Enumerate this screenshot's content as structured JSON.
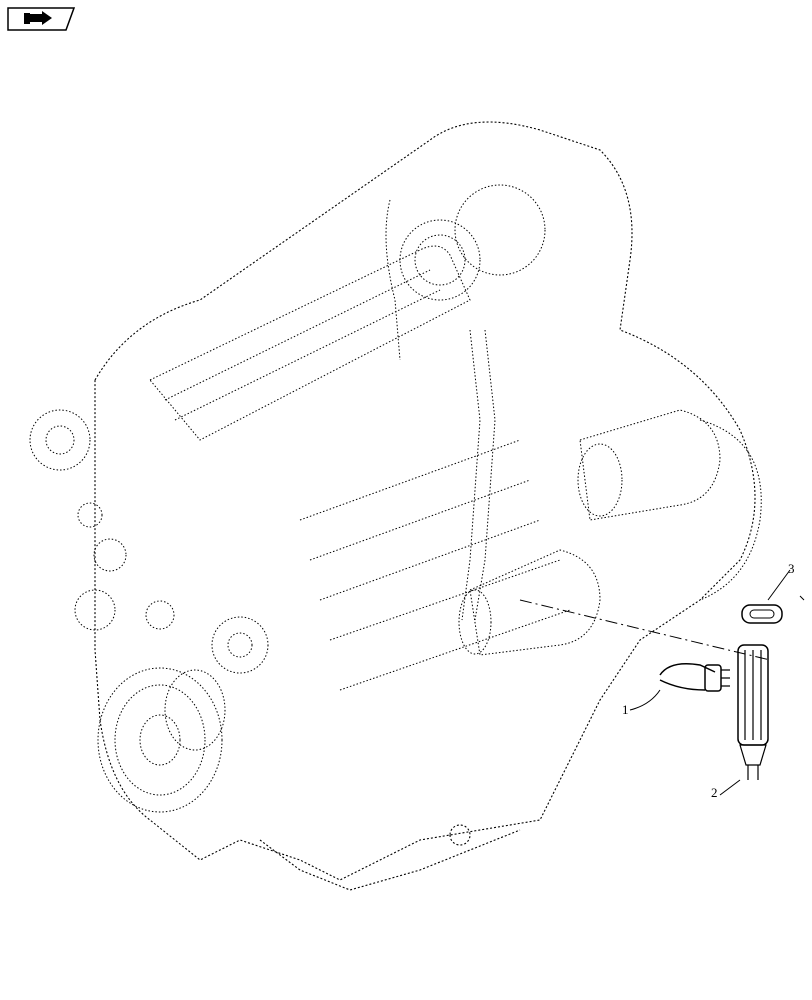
{
  "callouts": {
    "c1": "1",
    "c2": "2",
    "c3": "3"
  },
  "icons": {
    "nav": "book-arrow-icon"
  },
  "colors": {
    "line": "#000000",
    "background": "#ffffff"
  }
}
